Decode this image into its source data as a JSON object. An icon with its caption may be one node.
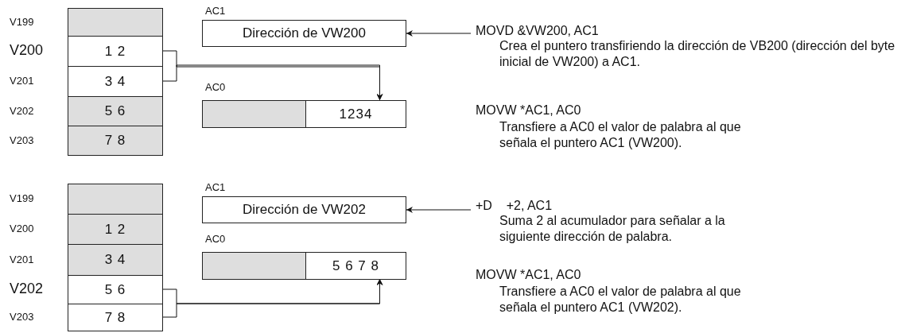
{
  "diagram": {
    "nodes": [
      {
        "text": [],
        "shape": "box",
        "beside": [
          "V199"
        ]
      },
      {
        "text": [
          "1 2"
        ],
        "beside": [
          "V200"
        ]
      },
      {
        "text": [
          "3 4"
        ],
        "beside": [
          "V201"
        ]
      },
      {
        "text": [
          "5 6"
        ],
        "beside": [
          "V202"
        ]
      },
      {
        "text": [
          "7 8"
        ],
        "beside": [
          "V203"
        ]
      },
      {
        "text": [
          "AC1",
          "Dirección de VW200"
        ]
      },
      {
        "text": [
          "AC0"
        ]
      },
      {
        "text": [],
        "shape": "box",
        "in": 6
      },
      {
        "text": [
          "1234"
        ],
        "in": 6
      },
      {
        "text": [
          "MOVD &VW200, AC1",
          "Crea el puntero transfiriendo la dirección de VB200 (dirección del byte inicial de VW200) a AC1."
        ]
      },
      {
        "text": [],
        "shape": "box",
        "beside": [
          "V199"
        ]
      },
      {
        "text": [
          "1 2"
        ],
        "beside": [
          "V200"
        ]
      },
      {
        "text": [
          "3 4"
        ],
        "beside": [
          "V201"
        ]
      },
      {
        "text": [
          "5 6"
        ],
        "beside": [
          "V202"
        ]
      },
      {
        "text": [
          "7 8"
        ],
        "beside": [
          "V203"
        ]
      },
      {
        "text": [
          "AC1",
          "Dirección de VW202"
        ]
      },
      {
        "text": [
          "AC0"
        ]
      },
      {
        "text": [],
        "shape": "box",
        "in": 16
      },
      {
        "text": [
          "5 6 7 8"
        ],
        "in": 16
      },
      {
        "text": [
          "+D    +2, AC1",
          "Suma 2 al acumulador para señalar a la siguiente dirección de palabra."
        ]
      }
    ],
    "edges": [
      {
        "from": 9,
        "to": 5,
        "arrow": "to"
      },
      {
        "from": 1,
        "to": 8,
        "arrow": "to"
      },
      {
        "from": 2,
        "to": 8,
        "arrow": "to"
      },
      {
        "from": 19,
        "to": 15,
        "arrow": "to"
      },
      {
        "from": 13,
        "to": 18,
        "arrow": "to"
      },
      {
        "from": 14,
        "to": 18,
        "arrow": "to"
      }
    ],
    "labels": [
      "MOVW *AC1, AC0",
      "Transfiere a AC0 el valor de palabra al que señala el puntero AC1 (VW200).",
      "MOVW *AC1, AC0",
      "Transfiere a AC0 el valor de palabra al que señala el puntero AC1 (VW202)."
    ]
  }
}
